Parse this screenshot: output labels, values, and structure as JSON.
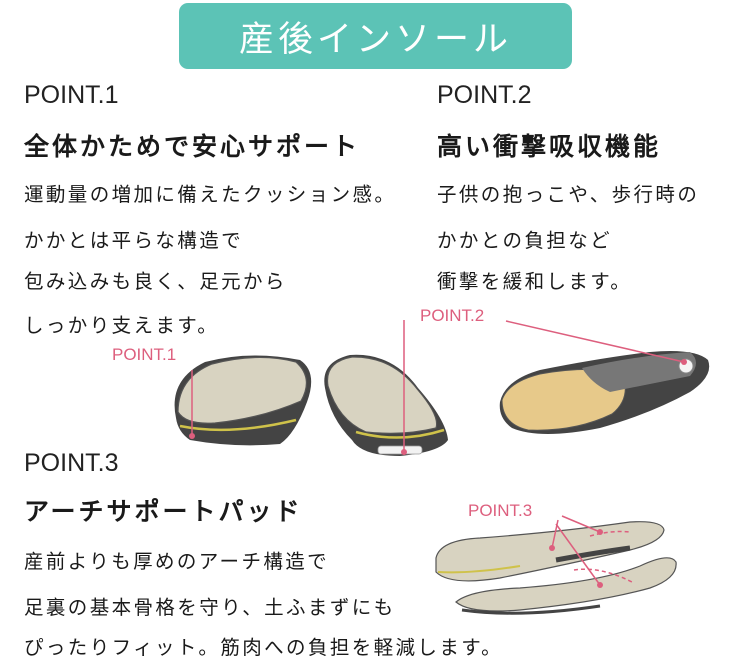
{
  "banner": {
    "title": "産後インソール"
  },
  "point1": {
    "label": "POINT.1",
    "heading": "全体かためで安心サポート",
    "lines": [
      "運動量の増加に備えたクッション感。",
      "かかとは平らな構造で",
      "包み込みも良く、足元から",
      "しっかり支えます。"
    ]
  },
  "point2": {
    "label": "POINT.2",
    "heading": "高い衝撃吸収機能",
    "lines": [
      "子供の抱っこや、歩行時の",
      "かかとの負担など",
      "衝撃を緩和します。"
    ]
  },
  "point3": {
    "label": "POINT.3",
    "heading": "アーチサポートパッド",
    "lines": [
      "産前よりも厚めのアーチ構造で",
      "足裏の基本骨格を守り、土ふまずにも",
      "ぴったりフィット。筋肉への負担を軽減します。"
    ]
  },
  "callouts": {
    "c1": "POINT.1",
    "c2": "POINT.2",
    "c3": "POINT.3"
  },
  "colors": {
    "banner": "#5cc3b6",
    "callout": "#dd5f7e",
    "insole_top": "#d8d3c1",
    "insole_heel": "#e7c98a",
    "insole_base": "#444444",
    "accent_yellow": "#cfc24a"
  }
}
